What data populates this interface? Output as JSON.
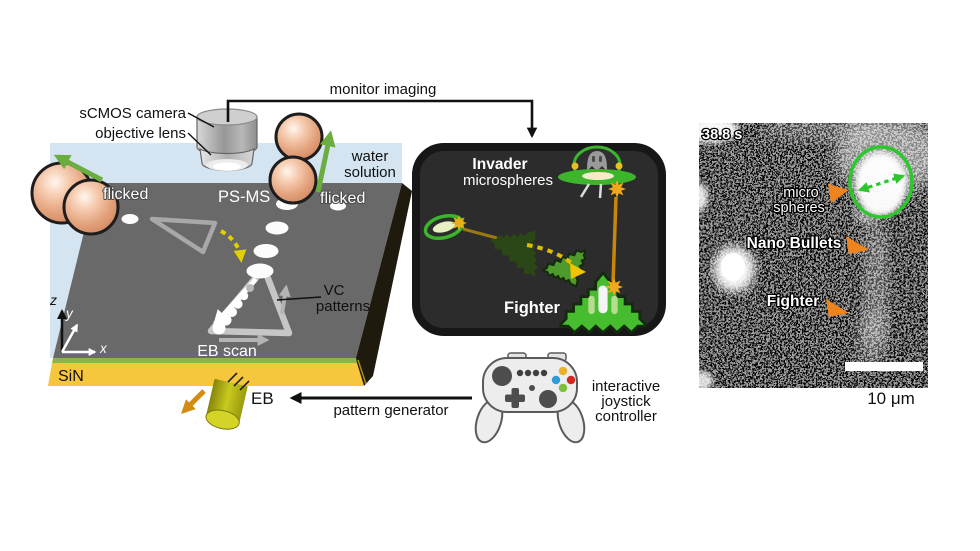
{
  "figure": {
    "left_panel": {
      "camera_label": "sCMOS camera",
      "lens_label": "objective lens",
      "water_label_line1": "water",
      "water_label_line2": "solution",
      "flicked_left_label": "flicked",
      "flicked_right_label": "flicked",
      "psms_label": "PS-MS",
      "vc_label_line1": "VC",
      "vc_label_line2": "patterns",
      "eb_scan_label": "EB scan",
      "sin_label": "SiN",
      "eb_label": "EB",
      "axis_z": "z",
      "axis_y": "y",
      "axis_x": "x"
    },
    "connectors": {
      "monitor_imaging_label": "monitor imaging",
      "pattern_generator_label": "pattern generator"
    },
    "game_screen": {
      "invader_label_line1": "Invader",
      "invader_label_line2": "microspheres",
      "fighter_label": "Fighter"
    },
    "controller": {
      "caption_line1": "interactive",
      "caption_line2": "joystick",
      "caption_line3": "controller"
    },
    "micrograph": {
      "timestamp": "38.8 s",
      "microspheres_label_line1": "micro",
      "microspheres_label_line2": "spheres",
      "nano_bullets_label": "Nano Bullets",
      "fighter_label": "Fighter",
      "scale_bar_label": "10 μm"
    },
    "colors": {
      "water_blue": "#d4e5f1",
      "substrate_gray": "#696969",
      "sin_yellow": "#f6c63d",
      "membrane_green_edge": "#8ab54b",
      "invader_green": "#3cb52d",
      "fighter_green": "#46bd2e",
      "flick_arrow_green": "#6cad41",
      "pointer_orange": "#ef831d",
      "annotation_green": "#2dc62d",
      "eb_beam_olive": "#c9c91e",
      "sphere_peach": "#e3a37d",
      "screen_dark": "#2c2c2c"
    }
  }
}
